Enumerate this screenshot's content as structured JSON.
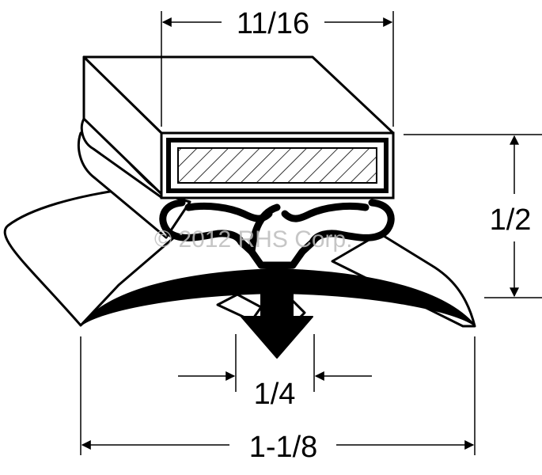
{
  "diagram": {
    "dimensions": {
      "top_width": "11/16",
      "right_height": "1/2",
      "center_width": "1/4",
      "bottom_width": "1-1/8"
    },
    "watermark": "© 2012 RHS Corp.",
    "colors": {
      "line": "#000000",
      "background": "#ffffff",
      "watermark": "#bdbdbd"
    }
  }
}
